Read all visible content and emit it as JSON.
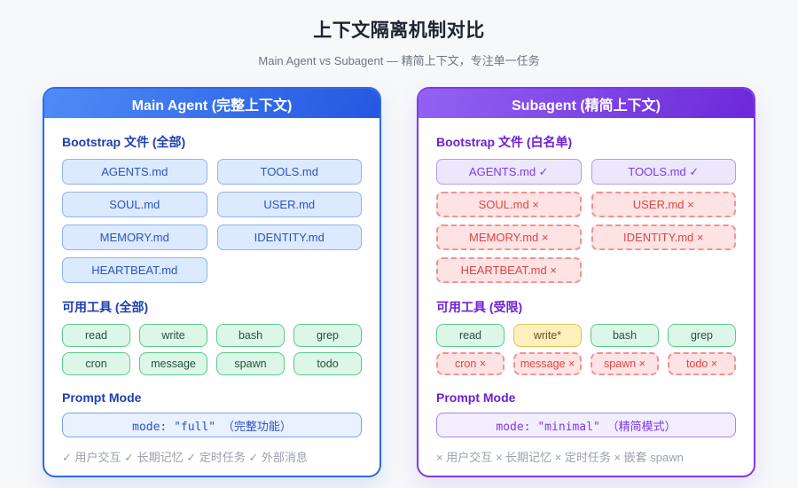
{
  "page": {
    "title": "上下文隔离机制对比",
    "subtitle": "Main Agent vs Subagent — 精简上下文，专注单一任务"
  },
  "colors": {
    "main_accent": "#2563eb",
    "sub_accent": "#7c3aed",
    "allowed_green": "#22c55e",
    "blocked_red": "#ef4444",
    "partial_yellow": "#eab308"
  },
  "panels": [
    {
      "id": "main-agent",
      "header": "Main Agent (完整上下文)",
      "bootstrap": {
        "label": "Bootstrap 文件 (全部)",
        "files": [
          {
            "label": "AGENTS.md",
            "state": "included"
          },
          {
            "label": "TOOLS.md",
            "state": "included"
          },
          {
            "label": "SOUL.md",
            "state": "included"
          },
          {
            "label": "USER.md",
            "state": "included"
          },
          {
            "label": "MEMORY.md",
            "state": "included"
          },
          {
            "label": "IDENTITY.md",
            "state": "included"
          },
          {
            "label": "HEARTBEAT.md",
            "state": "included"
          }
        ]
      },
      "tools": {
        "label": "可用工具 (全部)",
        "items": [
          {
            "label": "read",
            "state": "allowed"
          },
          {
            "label": "write",
            "state": "allowed"
          },
          {
            "label": "bash",
            "state": "allowed"
          },
          {
            "label": "grep",
            "state": "allowed"
          },
          {
            "label": "cron",
            "state": "allowed"
          },
          {
            "label": "message",
            "state": "allowed"
          },
          {
            "label": "spawn",
            "state": "allowed"
          },
          {
            "label": "todo",
            "state": "allowed"
          }
        ]
      },
      "prompt": {
        "label": "Prompt Mode",
        "value": "mode: \"full\" （完整功能）"
      },
      "footer": "✓ 用户交互 ✓ 长期记忆 ✓ 定时任务 ✓ 外部消息"
    },
    {
      "id": "subagent",
      "header": "Subagent (精简上下文)",
      "bootstrap": {
        "label": "Bootstrap 文件 (白名单)",
        "files": [
          {
            "label": "AGENTS.md ✓",
            "state": "whitelisted"
          },
          {
            "label": "TOOLS.md ✓",
            "state": "whitelisted"
          },
          {
            "label": "SOUL.md ×",
            "state": "blocked"
          },
          {
            "label": "USER.md ×",
            "state": "blocked"
          },
          {
            "label": "MEMORY.md ×",
            "state": "blocked"
          },
          {
            "label": "IDENTITY.md ×",
            "state": "blocked"
          },
          {
            "label": "HEARTBEAT.md ×",
            "state": "blocked"
          }
        ]
      },
      "tools": {
        "label": "可用工具 (受限)",
        "items": [
          {
            "label": "read",
            "state": "allowed"
          },
          {
            "label": "write*",
            "state": "partial"
          },
          {
            "label": "bash",
            "state": "allowed"
          },
          {
            "label": "grep",
            "state": "allowed"
          },
          {
            "label": "cron ×",
            "state": "blocked"
          },
          {
            "label": "message ×",
            "state": "blocked"
          },
          {
            "label": "spawn ×",
            "state": "blocked"
          },
          {
            "label": "todo ×",
            "state": "blocked"
          }
        ]
      },
      "prompt": {
        "label": "Prompt Mode",
        "value": "mode: \"minimal\" （精简模式）"
      },
      "footer": "× 用户交互 × 长期记忆 × 定时任务 × 嵌套 spawn"
    }
  ]
}
